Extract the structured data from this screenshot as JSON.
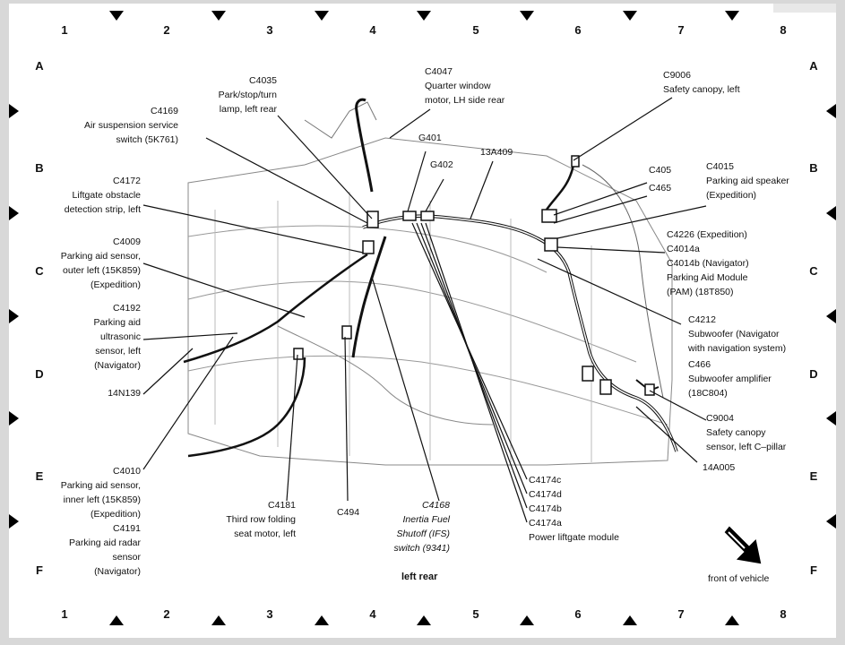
{
  "grid": {
    "columns": [
      "1",
      "2",
      "3",
      "4",
      "5",
      "6",
      "7",
      "8"
    ],
    "rows": [
      "A",
      "B",
      "C",
      "D",
      "E",
      "F"
    ]
  },
  "caption": "left rear",
  "front_note": "front of vehicle",
  "labels": {
    "c4169": "C4169\nAir suspension service\nswitch (5K761)",
    "c4035": "C4035\nPark/stop/turn\nlamp, left rear",
    "c4047": "C4047\nQuarter window\nmotor, LH side rear",
    "g401": "G401",
    "g402": "G402",
    "13a409": "13A409",
    "c9006": "C9006\nSafety canopy, left",
    "c4172": "C4172\nLiftgate obstacle\ndetection strip, left",
    "c405": "C405",
    "c465": "C465",
    "c4015": "C4015\nParking aid speaker\n(Expedition)",
    "c4009": "C4009\nParking aid sensor,\nouter left (15K859)\n(Expedition)",
    "c4226": "C4226 (Expedition)\nC4014a\nC4014b (Navigator)\nParking Aid Module\n(PAM) (18T850)",
    "c4192": "C4192\nParking aid\nultrasonic\nsensor, left\n(Navigator)",
    "c4212": "C4212\nSubwoofer (Navigator\nwith navigation system)",
    "14n139": "14N139",
    "c466": "C466\nSubwoofer amplifier\n(18C804)",
    "c9004": "C9004\nSafety canopy\nsensor, left C–pillar",
    "14a005": "14A005",
    "c4010": "C4010\nParking aid sensor,\ninner left (15K859)\n(Expedition)\nC4191\nParking aid radar\nsensor\n(Navigator)",
    "c4181": "C4181\nThird row folding\nseat motor, left",
    "c494": "C494",
    "c4168": "C4168\nInertia Fuel\nShutoff (IFS)\nswitch (9341)",
    "c4174": "C4174c\nC4174d\nC4174b\nC4174a\nPower liftgate module"
  }
}
